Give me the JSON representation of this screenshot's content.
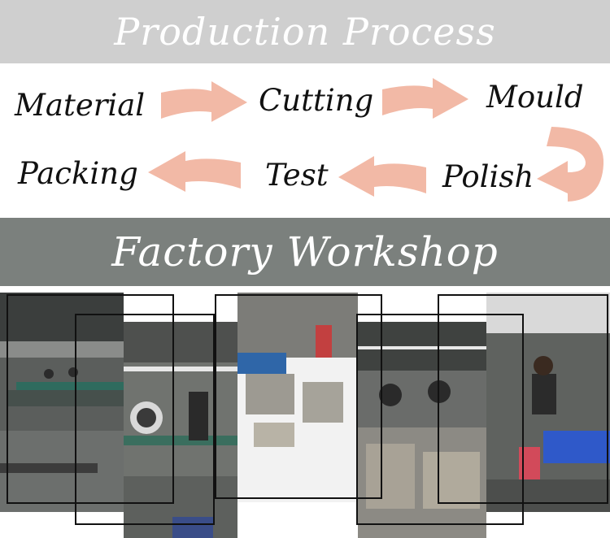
{
  "banners": {
    "process_title": "Production Process",
    "workshop_title": "Factory Workshop"
  },
  "steps": [
    "Material",
    "Cutting",
    "Mould",
    "Polish",
    "Test",
    "Packing"
  ],
  "colors": {
    "banner_top": "#cfcfcf",
    "banner_bottom": "#7b807d",
    "arrow": "#f2b9a6",
    "text": "#111111"
  },
  "icons": [
    "arrow-right-icon",
    "arrow-right-icon",
    "arrow-u-turn-icon",
    "arrow-left-icon",
    "arrow-left-icon"
  ]
}
